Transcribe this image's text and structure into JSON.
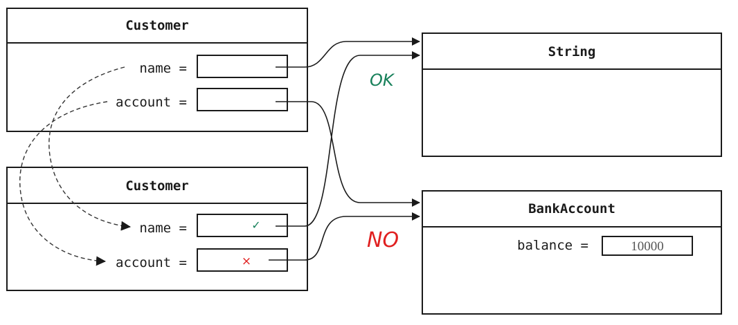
{
  "customer_top": {
    "title": "Customer",
    "name_label": "name =",
    "account_label": "account ="
  },
  "customer_bottom": {
    "title": "Customer",
    "name_label": "name =",
    "account_label": "account =",
    "name_mark": "✓",
    "account_mark": "×"
  },
  "string_box": {
    "title": "String"
  },
  "bank_account_box": {
    "title": "BankAccount",
    "balance_label": "balance =",
    "balance_value": "10000"
  },
  "annotations": {
    "ok": "OK",
    "no": "NO"
  },
  "colors": {
    "ok": "#17805a",
    "no": "#e02020",
    "line": "#1a1a1a"
  }
}
